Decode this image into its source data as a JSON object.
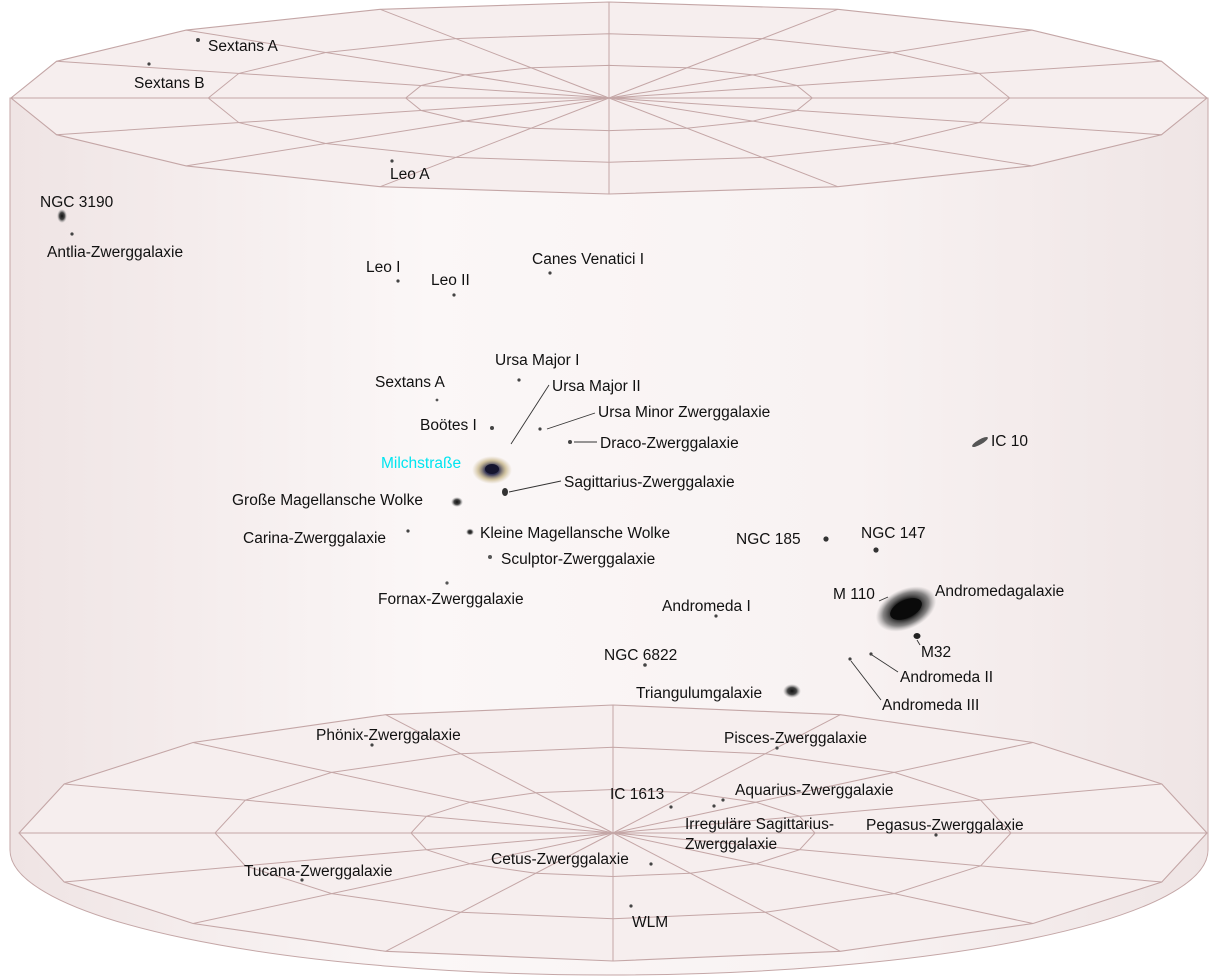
{
  "colors": {
    "background": "#ffffff",
    "cylinder_fill": "#f6eeee",
    "grid_lines": "#c4a6a6",
    "label_text": "#111111",
    "highlight_label": "#00e5f0",
    "galaxy_dot": "#333333"
  },
  "labels": {
    "sextans_a_top": "Sextans A",
    "sextans_b": "Sextans B",
    "leo_a": "Leo A",
    "ngc_3190": "NGC 3190",
    "antlia": "Antlia-Zwerggalaxie",
    "leo_i": "Leo I",
    "leo_ii": "Leo II",
    "canes_venatici_i": "Canes Venatici I",
    "ursa_major_i": "Ursa Major I",
    "ursa_major_ii": "Ursa Major II",
    "sextans_a_mid": "Sextans A",
    "ursa_minor": "Ursa Minor Zwerggalaxie",
    "bootes_i": "Boötes I",
    "draco": "Draco-Zwerggalaxie",
    "ic_10": "IC 10",
    "milchstrasse": "Milchstraße",
    "sagittarius": "Sagittarius-Zwerggalaxie",
    "grosse_magellansche_wolke": "Große Magellansche Wolke",
    "carina": "Carina-Zwerggalaxie",
    "kleine_magellansche_wolke": "Kleine Magellansche Wolke",
    "ngc_185": "NGC 185",
    "ngc_147": "NGC 147",
    "sculptor": "Sculptor-Zwerggalaxie",
    "fornax": "Fornax-Zwerggalaxie",
    "m110": "M 110",
    "andromedagalaxie": "Andromedagalaxie",
    "andromeda_i": "Andromeda I",
    "m32": "M32",
    "ngc_6822": "NGC 6822",
    "andromeda_ii": "Andromeda II",
    "triangulumgalaxie": "Triangulumgalaxie",
    "andromeda_iii": "Andromeda III",
    "phoenix": "Phönix-Zwerggalaxie",
    "pisces": "Pisces-Zwerggalaxie",
    "aquarius": "Aquarius-Zwerggalaxie",
    "ic_1613": "IC 1613",
    "irregulaere_sagittarius_1": "Irreguläre Sagittarius-",
    "irregulaere_sagittarius_2": "Zwerggalaxie",
    "pegasus": "Pegasus-Zwerggalaxie",
    "cetus": "Cetus-Zwerggalaxie",
    "tucana": "Tucana-Zwerggalaxie",
    "wlm": "WLM"
  }
}
